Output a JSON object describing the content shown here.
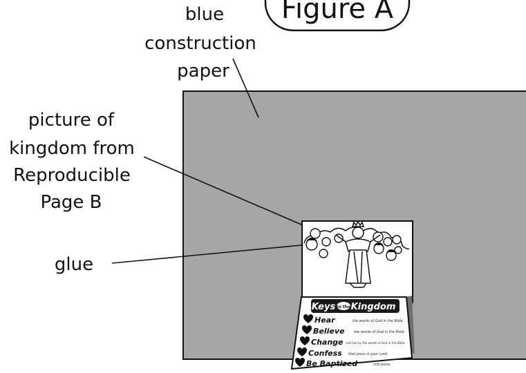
{
  "figure": {
    "title": "Figure A"
  },
  "labels": {
    "paper": [
      "blue",
      "construction",
      "paper"
    ],
    "picture": [
      "picture of",
      "kingdom from",
      "Reproducible",
      "Page B"
    ],
    "glue": "glue"
  },
  "card": {
    "banner": {
      "left": "Keys",
      "mid": "to the",
      "right": "Kingdom"
    },
    "rows": [
      {
        "word": "Hear",
        "desc": "the words of God in the Bible."
      },
      {
        "word": "Believe",
        "desc": "the words of God in the Bible."
      },
      {
        "word": "Change",
        "desc": "and live by the words of God in the Bible."
      },
      {
        "word": "Confess",
        "desc": "that Jesus is your Lord."
      },
      {
        "word": "Be Baptized",
        "desc": "into Jesus."
      }
    ]
  },
  "colors": {
    "paper": "#a6a6a6",
    "ink": "#111111",
    "banner": "#1a1a1a"
  }
}
